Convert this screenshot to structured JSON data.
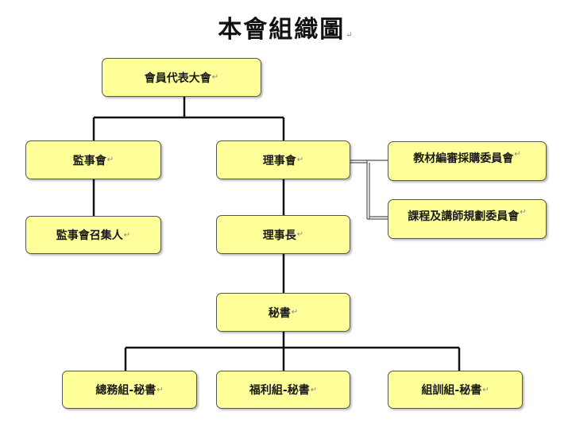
{
  "title": "本會組織圖",
  "nodes": {
    "assembly": "會員代表大會",
    "supervisors": "監事會",
    "board": "理事會",
    "procurement_committee": "教材編審採購委員會",
    "curriculum_committee": "課程及講師規劃委員會",
    "supervisor_convener": "監事會召集人",
    "chairman": "理事長",
    "secretary": "秘書",
    "general_affairs": "總務組-秘書",
    "welfare": "福利組-秘書",
    "training": "組訓組-秘書"
  }
}
